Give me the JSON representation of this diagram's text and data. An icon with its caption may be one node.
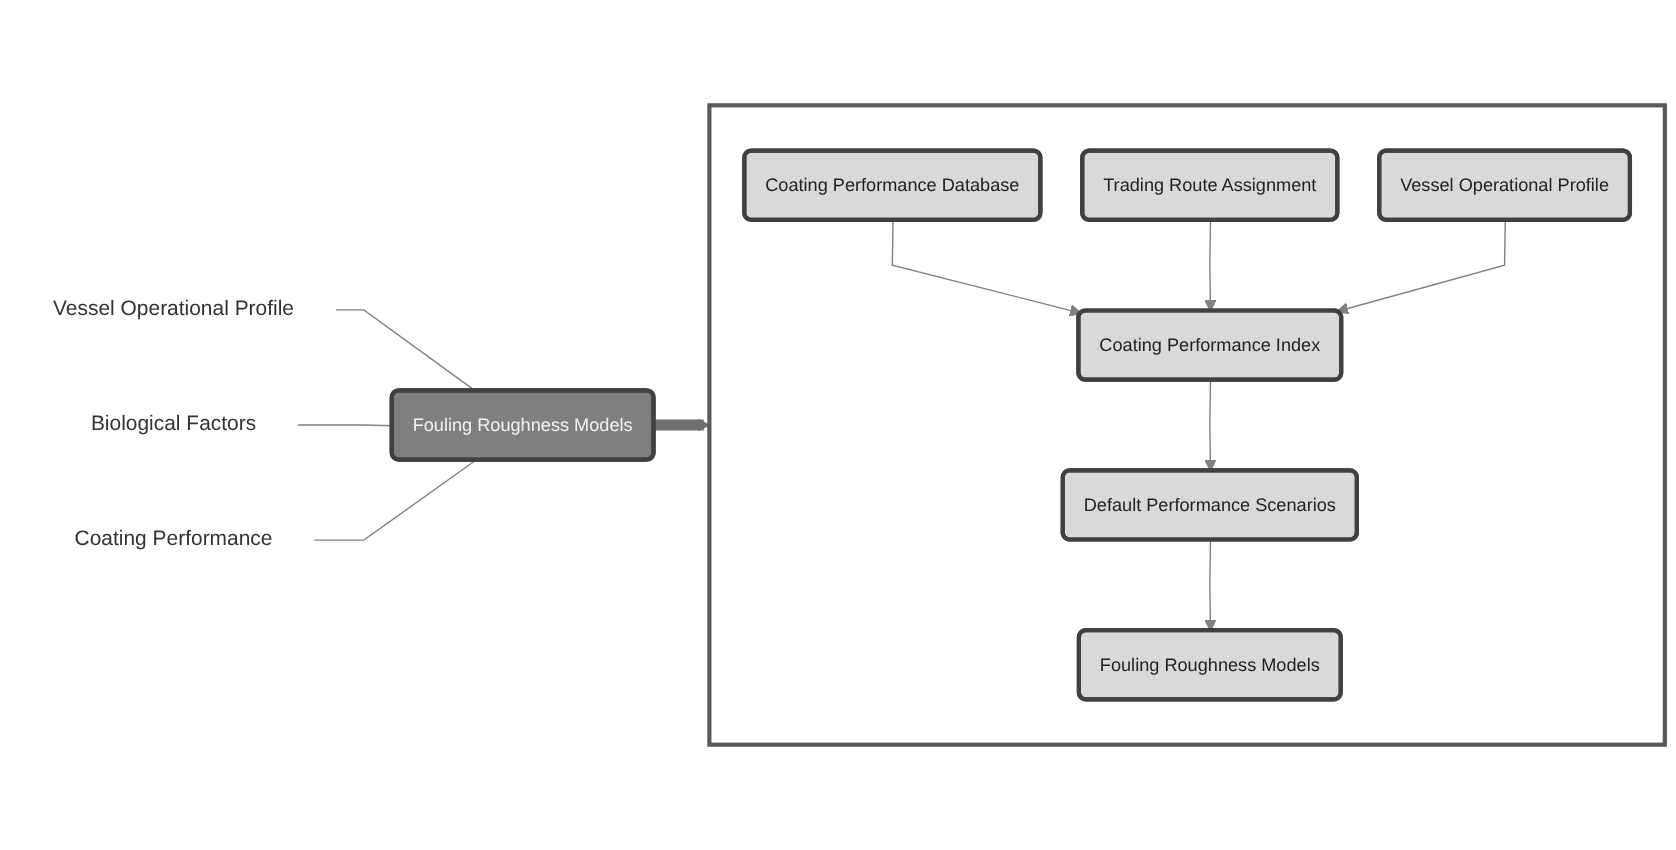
{
  "diagram": {
    "nodes": [
      {
        "text": [
          "Vessel Operational Profile"
        ]
      },
      {
        "text": [
          "Biological Factors"
        ]
      },
      {
        "text": [
          "Coating Performance"
        ]
      },
      {
        "text": [
          "Fouling Roughness Models"
        ]
      },
      {
        "text": [],
        "shape": "box"
      },
      {
        "text": [
          "Coating Performance Database"
        ],
        "in": 4
      },
      {
        "text": [
          "Trading Route Assignment"
        ],
        "in": 4
      },
      {
        "text": [
          "Vessel Operational Profile"
        ],
        "in": 4
      },
      {
        "text": [
          "Coating Performance Index"
        ],
        "in": 4
      },
      {
        "text": [
          "Default Performance Scenarios"
        ],
        "in": 4
      },
      {
        "text": [
          "Fouling Roughness Models"
        ],
        "in": 4
      }
    ],
    "edges": [
      {
        "from": 0,
        "to": 3,
        "arrow": "none"
      },
      {
        "from": 1,
        "to": 3,
        "arrow": "none"
      },
      {
        "from": 2,
        "to": 3,
        "arrow": "none"
      },
      {
        "from": 3,
        "to": 4,
        "arrow": "to",
        "style": "thick"
      },
      {
        "from": 5,
        "to": 8,
        "arrow": "to"
      },
      {
        "from": 6,
        "to": 8,
        "arrow": "to"
      },
      {
        "from": 7,
        "to": 8,
        "arrow": "to"
      },
      {
        "from": 8,
        "to": 9,
        "arrow": "to"
      },
      {
        "from": 9,
        "to": 10,
        "arrow": "to"
      }
    ]
  }
}
